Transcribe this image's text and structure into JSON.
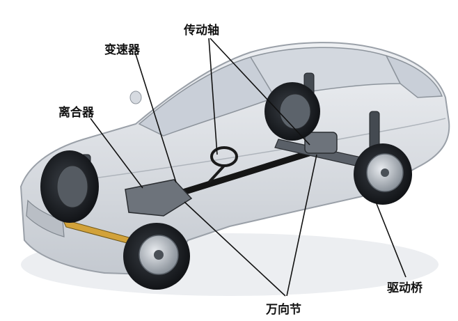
{
  "labels": {
    "transmission": "变速器",
    "drive_shaft": "传动轴",
    "clutch": "离合器",
    "drive_axle": "驱动桥",
    "universal_joint": "万向节"
  },
  "colors": {
    "body_fill": "#dcdfe4",
    "body_stroke": "#9aa0a8",
    "glass": "#c9cfd8",
    "tire": "#1c1f24",
    "rim": "#8e969f",
    "shaft": "#151515",
    "leader": "#111111"
  }
}
